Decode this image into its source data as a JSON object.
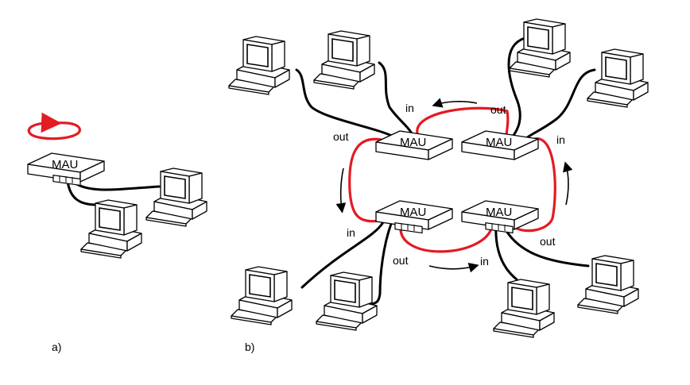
{
  "figure": {
    "panel_a": {
      "label": "a)",
      "mau": {
        "label": "MAU"
      },
      "computers": 2,
      "ring_direction": "counter-clockwise"
    },
    "panel_b": {
      "label": "b)",
      "maus": [
        {
          "id": "top-left",
          "label": "MAU"
        },
        {
          "id": "top-right",
          "label": "MAU"
        },
        {
          "id": "bottom-left",
          "label": "MAU"
        },
        {
          "id": "bottom-right",
          "label": "MAU"
        }
      ],
      "port_labels": {
        "top_left_in": "in",
        "top_left_out": "out",
        "top_right_in": "in",
        "top_right_out": "out",
        "bottom_left_in": "in",
        "bottom_left_out": "out",
        "bottom_right_in": "in",
        "bottom_right_out": "out"
      },
      "computers": 8
    },
    "colors": {
      "ring": "#e31b23",
      "cable": "#000000"
    }
  }
}
